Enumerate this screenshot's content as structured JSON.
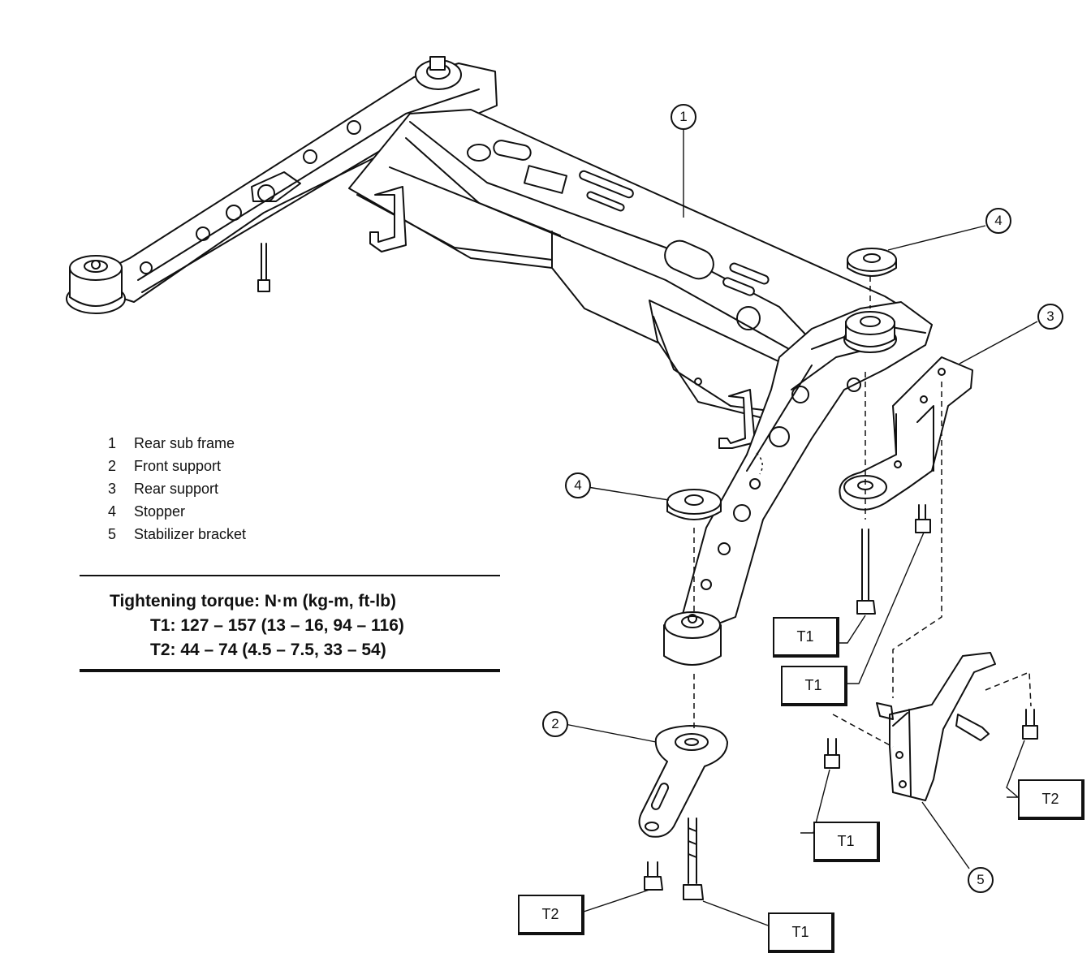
{
  "callouts": {
    "c1": "1",
    "c2": "2",
    "c3": "3",
    "c4a": "4",
    "c4b": "4",
    "c5": "5"
  },
  "legend": [
    {
      "num": "1",
      "label": "Rear sub frame"
    },
    {
      "num": "2",
      "label": "Front support"
    },
    {
      "num": "3",
      "label": "Rear support"
    },
    {
      "num": "4",
      "label": "Stopper"
    },
    {
      "num": "5",
      "label": "Stabilizer bracket"
    }
  ],
  "torque": {
    "heading": "Tightening torque:  N·m (kg-m, ft-lb)",
    "t1": "T1:  127 – 157 (13 – 16, 94 – 116)",
    "t2": "T2:  44 – 74 (4.5 – 7.5, 33 – 54)"
  },
  "torque_labels": {
    "t1_rear_upper": "T1",
    "t1_rear_lower": "T1",
    "t1_bracket": "T1",
    "t1_front": "T1",
    "t2_front": "T2",
    "t2_bracket": "T2"
  }
}
